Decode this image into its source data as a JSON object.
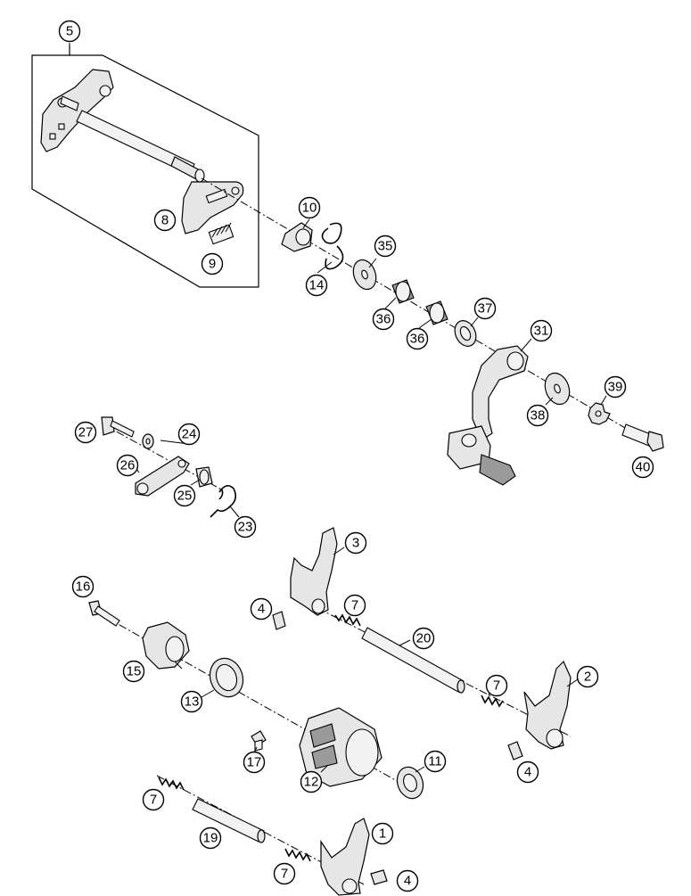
{
  "callouts": [
    {
      "id": "c5",
      "label": "5"
    },
    {
      "id": "c8",
      "label": "8"
    },
    {
      "id": "c9",
      "label": "9"
    },
    {
      "id": "c10",
      "label": "10"
    },
    {
      "id": "c14",
      "label": "14"
    },
    {
      "id": "c35",
      "label": "35"
    },
    {
      "id": "c36a",
      "label": "36"
    },
    {
      "id": "c36b",
      "label": "36"
    },
    {
      "id": "c37",
      "label": "37"
    },
    {
      "id": "c31",
      "label": "31"
    },
    {
      "id": "c38",
      "label": "38"
    },
    {
      "id": "c39",
      "label": "39"
    },
    {
      "id": "c40",
      "label": "40"
    },
    {
      "id": "c27",
      "label": "27"
    },
    {
      "id": "c24",
      "label": "24"
    },
    {
      "id": "c26",
      "label": "26"
    },
    {
      "id": "c25",
      "label": "25"
    },
    {
      "id": "c23",
      "label": "23"
    },
    {
      "id": "c3",
      "label": "3"
    },
    {
      "id": "c4a",
      "label": "4"
    },
    {
      "id": "c7a",
      "label": "7"
    },
    {
      "id": "c20",
      "label": "20"
    },
    {
      "id": "c16",
      "label": "16"
    },
    {
      "id": "c15",
      "label": "15"
    },
    {
      "id": "c13",
      "label": "13"
    },
    {
      "id": "c7b",
      "label": "7"
    },
    {
      "id": "c2",
      "label": "2"
    },
    {
      "id": "c4b",
      "label": "4"
    },
    {
      "id": "c17",
      "label": "17"
    },
    {
      "id": "c12",
      "label": "12"
    },
    {
      "id": "c11",
      "label": "11"
    },
    {
      "id": "c7c",
      "label": "7"
    },
    {
      "id": "c19",
      "label": "19"
    },
    {
      "id": "c1",
      "label": "1"
    },
    {
      "id": "c7d",
      "label": "7"
    },
    {
      "id": "c4c",
      "label": "4"
    }
  ]
}
